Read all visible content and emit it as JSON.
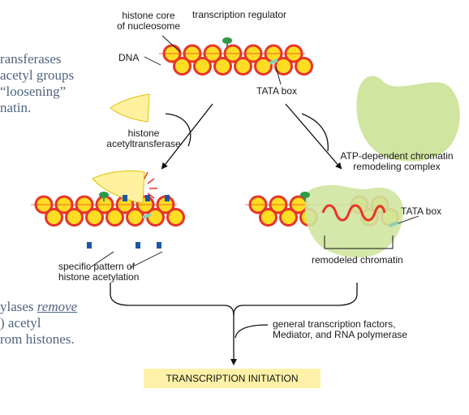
{
  "labels": {
    "histone_core": "histone core\nof nucleosome",
    "transcription_regulator": "transcription regulator",
    "dna": "DNA",
    "tata_box_top": "TATA box",
    "histone_acetyltransferase": "histone\nacetyltransferase",
    "atp_complex": "ATP-dependent chromatin\nremodeling complex",
    "tata_box_right": "TATA box",
    "specific_pattern": "specific pattern of\nhistone acetylation",
    "remodeled_chromatin": "remodeled chromatin",
    "general_factors": "general transcription factors,\nMediator, and RNA polymerase",
    "transcription_initiation": "TRANSCRIPTION INITIATION"
  },
  "side_text_top": [
    "ransferases",
    "acetyl groups",
    "“loosening”",
    "natin."
  ],
  "side_text_bottom": {
    "line1_prefix": "ylases ",
    "line1_emph": "remove",
    "line2": ") acetyl",
    "line3": "rom histones."
  },
  "colors": {
    "histone_fill": "#ffdd22",
    "dna_red": "#e8342a",
    "regulator_green": "#2e9a4a",
    "complex_green": "#cfe5a0",
    "enzyme_yellow": "#fff1a0",
    "acetyl_blue": "#1e56a8",
    "tata_teal": "#8ad0b8",
    "side_text": "#4f6582",
    "title_bg": "#fff2a8"
  }
}
